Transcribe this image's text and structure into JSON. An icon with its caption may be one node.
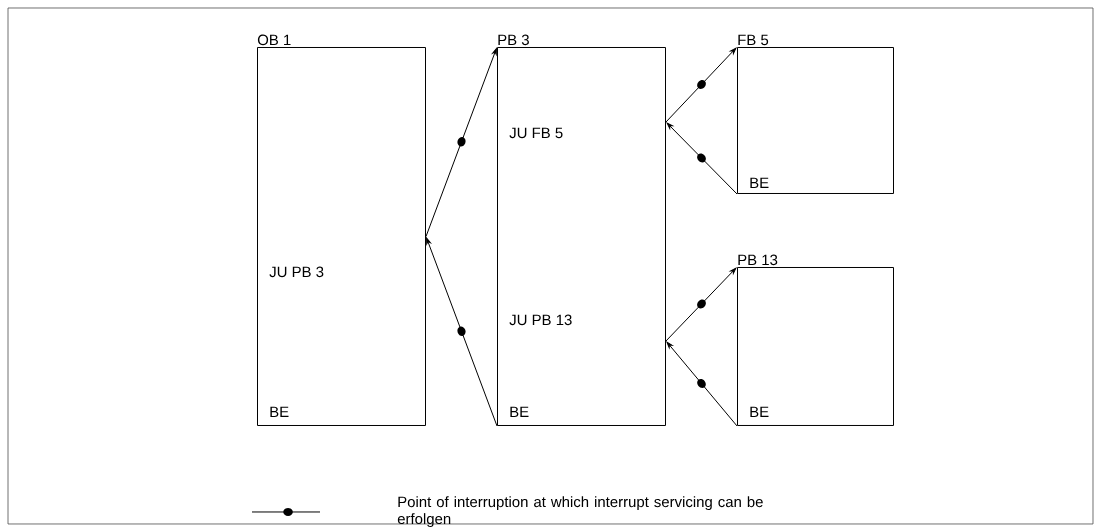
{
  "diagram": {
    "nodes": [
      {
        "text": [
          "OB 1",
          "JU PB 3",
          "BE"
        ]
      },
      {
        "text": [
          "PB 3",
          "JU FB 5",
          "JU PB 13",
          "BE"
        ]
      },
      {
        "text": [
          "FB 5",
          "BE"
        ]
      },
      {
        "text": [
          "PB 13",
          "BE"
        ]
      }
    ],
    "edges": [
      {
        "from": 0,
        "to": 1,
        "arrow": "to"
      },
      {
        "from": 1,
        "to": 0,
        "arrow": "to"
      },
      {
        "from": 1,
        "to": 2,
        "arrow": "to"
      },
      {
        "from": 2,
        "to": 1,
        "arrow": "to"
      },
      {
        "from": 1,
        "to": 3,
        "arrow": "to"
      },
      {
        "from": 3,
        "to": 1,
        "arrow": "to"
      }
    ],
    "legend": [
      {
        "text": "Point of interruption at which interrupt servicing can be erfolgen"
      }
    ]
  }
}
